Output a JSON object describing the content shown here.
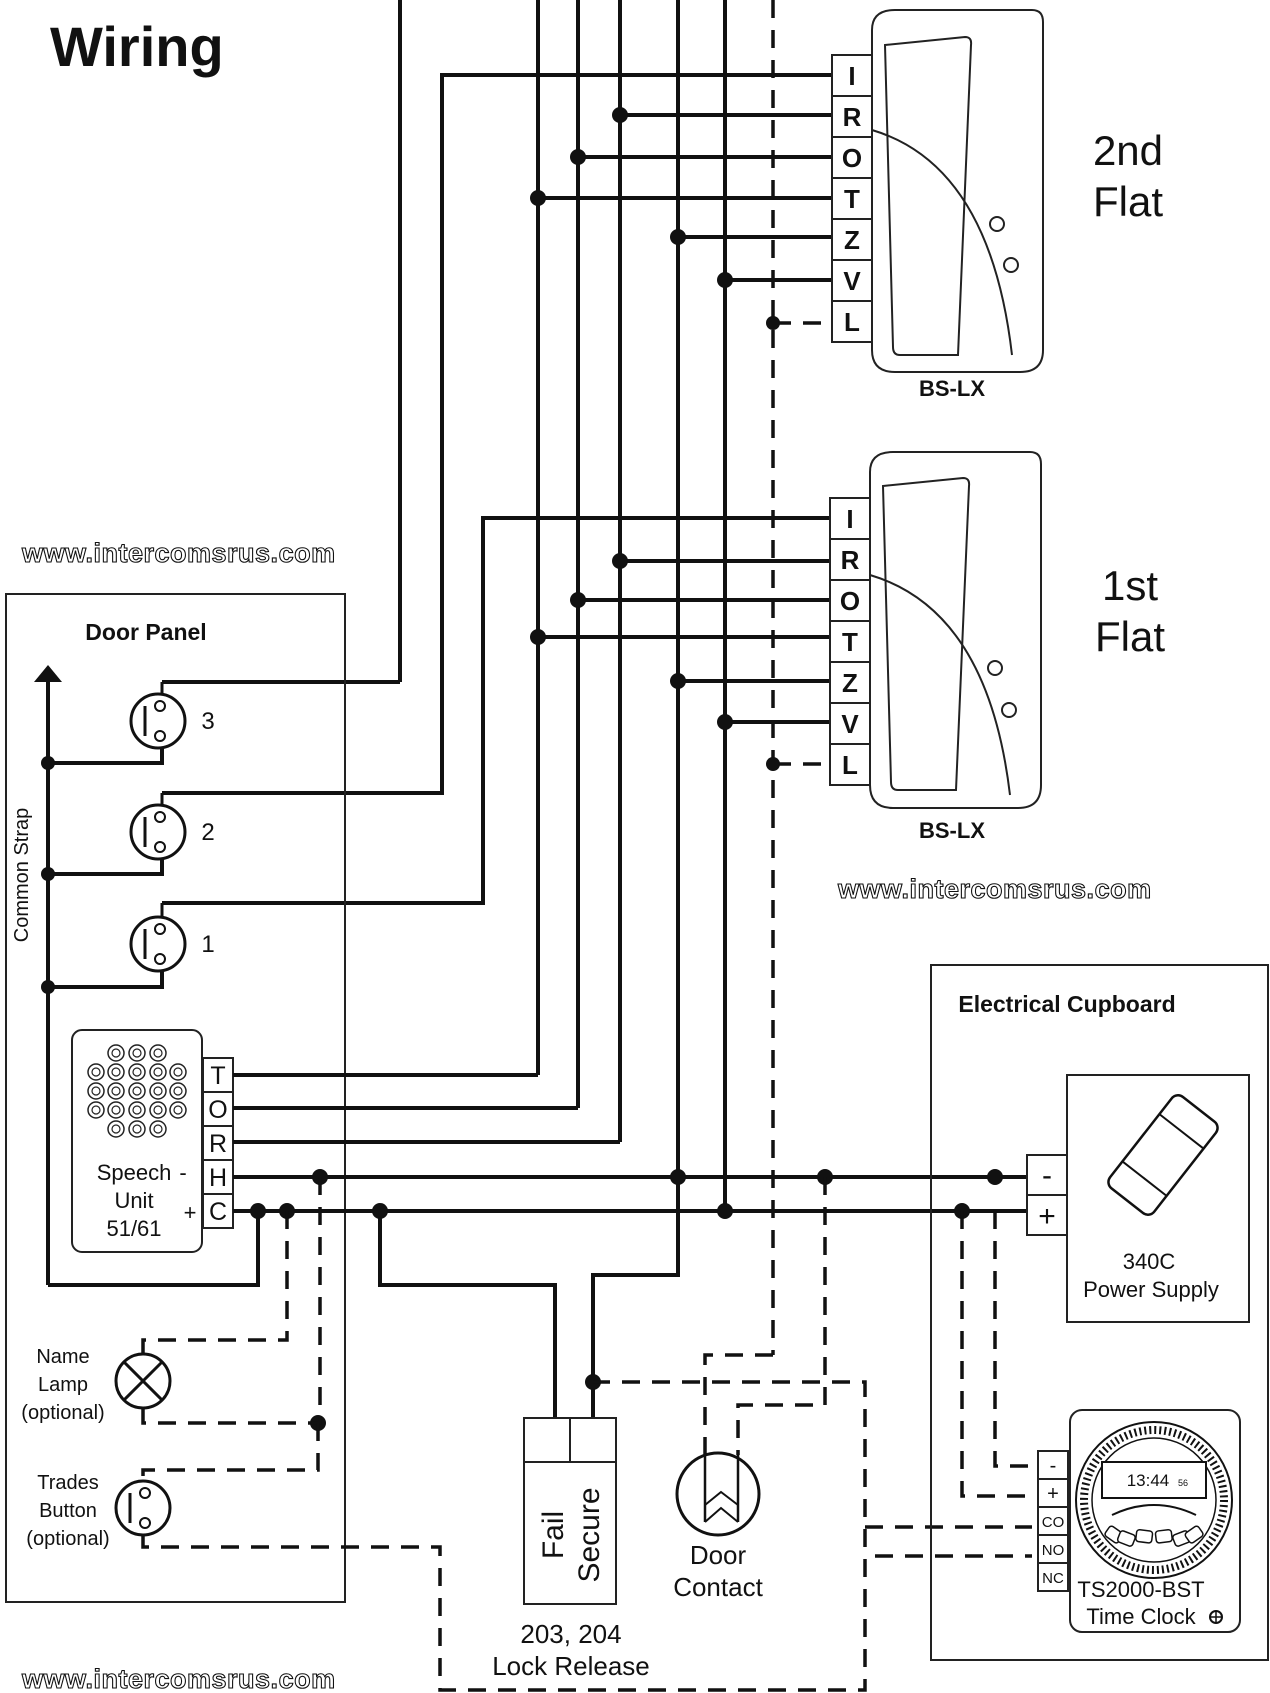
{
  "header": {
    "title": "Wiring"
  },
  "watermarks": [
    "www.intercomsrus.com",
    "www.intercomsrus.com",
    "www.intercomsrus.com"
  ],
  "flat2": {
    "label_line1": "2nd",
    "label_line2": "Flat",
    "model": "BS-LX",
    "terminals": [
      "I",
      "R",
      "O",
      "T",
      "Z",
      "V",
      "L"
    ]
  },
  "flat1": {
    "label_line1": "1st",
    "label_line2": "Flat",
    "model": "BS-LX",
    "terminals": [
      "I",
      "R",
      "O",
      "T",
      "Z",
      "V",
      "L"
    ]
  },
  "door_panel": {
    "title": "Door Panel",
    "common_strap": "Common Strap",
    "buttons": [
      "3",
      "2",
      "1"
    ],
    "speech_unit": {
      "line1": "Speech",
      "line2": "Unit",
      "line3": "51/61",
      "minus": "-",
      "plus": "+",
      "terminals": [
        "T",
        "O",
        "R",
        "H",
        "C"
      ]
    },
    "name_lamp": {
      "line1": "Name",
      "line2": "Lamp",
      "line3": "(optional)"
    },
    "trades_button": {
      "line1": "Trades",
      "line2": "Button",
      "line3": "(optional)"
    }
  },
  "electrical_cupboard": {
    "title": "Electrical Cupboard",
    "power_supply": {
      "model": "340C",
      "name": "Power Supply",
      "terminals": [
        "-",
        "+"
      ]
    },
    "time_clock": {
      "display": "13:44",
      "display_small": "56",
      "model": "TS2000-BST",
      "name": "Time Clock",
      "terminals": [
        "-",
        "+",
        "CO",
        "NO",
        "NC"
      ]
    }
  },
  "lock_release": {
    "fail": "Fail",
    "secure": "Secure",
    "numbers": "203, 204",
    "name": "Lock Release"
  },
  "door_contact": {
    "line1": "Door",
    "line2": "Contact"
  }
}
